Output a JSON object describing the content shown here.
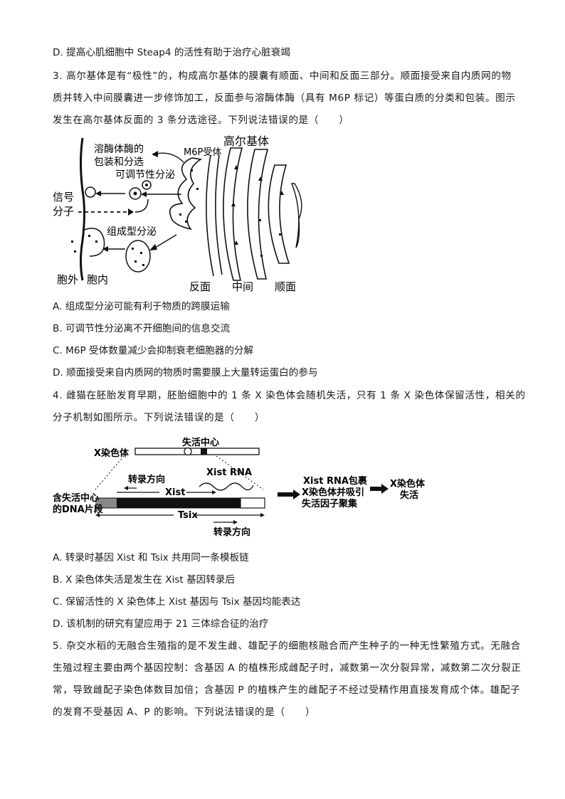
{
  "lines": {
    "l1": "D. 提高心肌细胞中 Steap4 的活性有助于治疗心脏衰竭",
    "q3a": "3. 高尔基体是有“极性”的，构成高尔基体的膜囊有顺面、中间和反面三部分。顺面接受来自内质网的物",
    "q3b": "质并转入中间膜囊进一步修饰加工，反面参与溶酶体酶（具有 M6P 标记）等蛋白质的分类和包装。图示",
    "q3c": "发生在高尔基体反面的 3 条分选途径。下列说法错误的是（　　）",
    "q3A": "A.  组成型分泌可能有利于物质的跨膜运输",
    "q3B": "B.  可调节性分泌离不开细胞间的信息交流",
    "q3C": "C. M6P 受体数量减少会抑制衰老细胞器的分解",
    "q3D": "D.  顺面接受来自内质网的物质时需要膜上大量转运蛋白的参与",
    "q4a": "4.  雌猫在胚胎发育早期，胚胎细胞中的 1 条 X 染色体会随机失活，只有 1 条 X 染色体保留活性，相关的",
    "q4b": "分子机制如图所示。下列说法错误的是（　　）",
    "q4A": "A.  转录时基因 Xist 和 Tsix 共用同一条模板链",
    "q4B": "B. X 染色体失活是发生在 Xist 基因转录后",
    "q4C": "C.  保留活性的 X 染色体上 Xist 基因与 Tsix 基因均能表达",
    "q4D": "D.  该机制的研究有望应用于 21 三体综合征的治疗",
    "q5a": "5.  杂交水稻的无融合生殖指的是不发生雌、雄配子的细胞核融合而产生种子的一种无性繁殖方式。无融合",
    "q5b": "生殖过程主要由两个基因控制：含基因 A 的植株形成雌配子时，减数第一次分裂异常，减数第二次分裂正",
    "q5c": "常，导致雌配子染色体数目加倍；含基因 P 的植株产生的雌配子不经过受精作用直接发育成个体。雄配子",
    "q5d": "的发育不受基因 A、P 的影响。下列说法错误的是（　　）"
  },
  "fig1": {
    "golgi": "高尔基体",
    "lyso1": "溶酶体酶的",
    "lyso2": "包装和分选",
    "m6p": "M6P受体",
    "regulated": "可调节性分泌",
    "signal1": "信号",
    "signal2": "分子",
    "constitutive": "组成型分泌",
    "outside": "胞外",
    "inside": "胞内",
    "trans": "反面",
    "medial": "中间",
    "cis": "顺面"
  },
  "fig2": {
    "xchrom": "X染色体",
    "center": "失活中心",
    "dir1": "转录方向",
    "xistrna": "Xist RNA",
    "xist": "Xist",
    "tsix": "Tsix",
    "dir2": "转录方向",
    "dna1": "含失活中心",
    "dna2": "的DNA片段",
    "step1a": "Xist RNA包裹",
    "step1b": "X染色体并吸引",
    "step1c": "失活因子聚集",
    "step2a": "X染色体",
    "step2b": "失活"
  }
}
